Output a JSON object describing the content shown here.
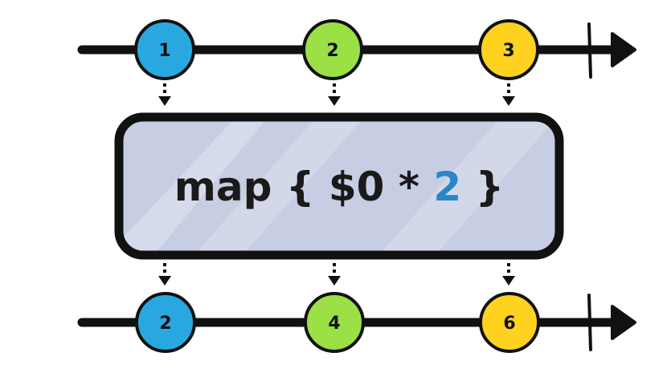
{
  "diagram": {
    "input_stream": {
      "marbles": [
        {
          "label": "1",
          "color": "#29A8E0"
        },
        {
          "label": "2",
          "color": "#9BE045"
        },
        {
          "label": "3",
          "color": "#FFD21F"
        }
      ]
    },
    "operator": {
      "prefix": "map { $0 * ",
      "highlight": "2",
      "suffix": " }",
      "highlight_color": "#2A86C9",
      "fill_color": "#C7CEE3"
    },
    "output_stream": {
      "marbles": [
        {
          "label": "2",
          "color": "#29A8E0"
        },
        {
          "label": "4",
          "color": "#9BE045"
        },
        {
          "label": "6",
          "color": "#FFD21F"
        }
      ]
    },
    "line_color": "#111111"
  }
}
